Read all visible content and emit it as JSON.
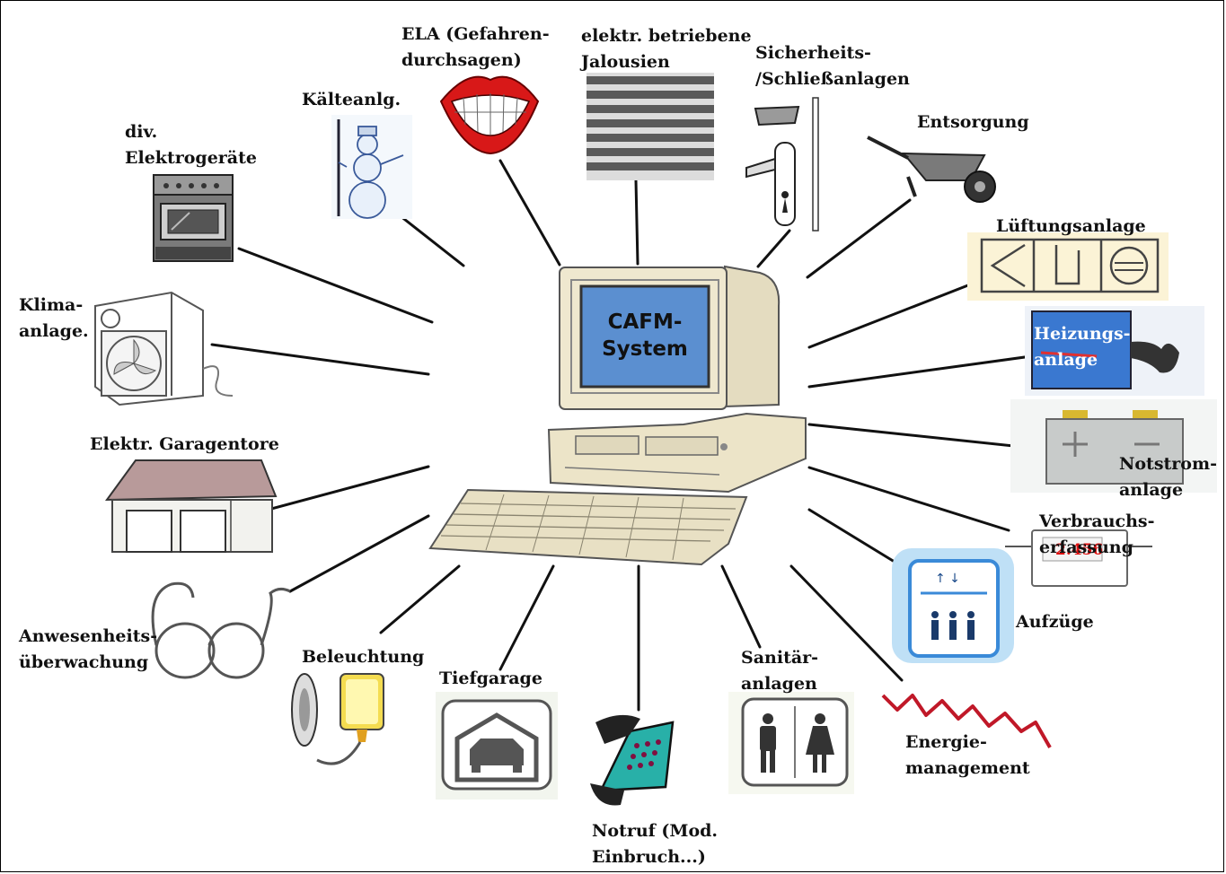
{
  "center": {
    "label": "CAFM-\nSystem",
    "icon": "computer-icon"
  },
  "nodes": [
    {
      "id": "elektrogeraete",
      "label": "div.\nElektrogeräte",
      "icon": "stove-icon"
    },
    {
      "id": "kaelteanlage",
      "label": "Kälteanlg.",
      "icon": "snowman-icon"
    },
    {
      "id": "ela",
      "label": "ELA (Gefahren-\ndurchsagen)",
      "icon": "mouth-icon"
    },
    {
      "id": "jalousien",
      "label": "elektr. betriebene\nJalousien",
      "icon": "blinds-icon"
    },
    {
      "id": "sicherheit",
      "label": "Sicherheits-\n/Schließanlagen",
      "icon": "door-handle-icon"
    },
    {
      "id": "entsorgung",
      "label": "Entsorgung",
      "icon": "wheelbarrow-icon"
    },
    {
      "id": "lueftung",
      "label": "Lüftungsanlage",
      "icon": "ventilation-symbol-icon"
    },
    {
      "id": "heizung",
      "label": "Heizungs-\nanlage",
      "icon": "heater-icon"
    },
    {
      "id": "notstrom",
      "label": "Notstrom-\nanlage",
      "icon": "battery-icon"
    },
    {
      "id": "verbrauch",
      "label": "Verbrauchs-\nerfassung",
      "icon": "meter-icon",
      "reading": "2.456"
    },
    {
      "id": "aufzuege",
      "label": "Aufzüge",
      "icon": "elevator-icon"
    },
    {
      "id": "energie",
      "label": "Energie-\nmanagement",
      "icon": "zigzag-chart-icon"
    },
    {
      "id": "sanitaer",
      "label": "Sanitär-\nanlagen",
      "icon": "restroom-icon"
    },
    {
      "id": "notruf",
      "label": "Notruf (Mod.\nEinbruch...)",
      "icon": "telephone-icon"
    },
    {
      "id": "tiefgarage",
      "label": "Tiefgarage",
      "icon": "garage-car-icon"
    },
    {
      "id": "beleuchtung",
      "label": "Beleuchtung",
      "icon": "lamp-icon"
    },
    {
      "id": "anwesenheit",
      "label": "Anwesenheits-\nüberwachung",
      "icon": "glasses-icon"
    },
    {
      "id": "garagentore",
      "label": "Elektr. Garagentore",
      "icon": "garage-building-icon"
    },
    {
      "id": "klima",
      "label": "Klima-\nanlage.",
      "icon": "fan-unit-icon"
    }
  ],
  "colors": {
    "screen": "#5b8fd0",
    "computer": "#ece4c8",
    "lips": "#d81818",
    "phone": "#28b0a8",
    "heater": "#3a78d0",
    "meter_reading": "#e01010",
    "elevator": "#3a8ad8"
  }
}
